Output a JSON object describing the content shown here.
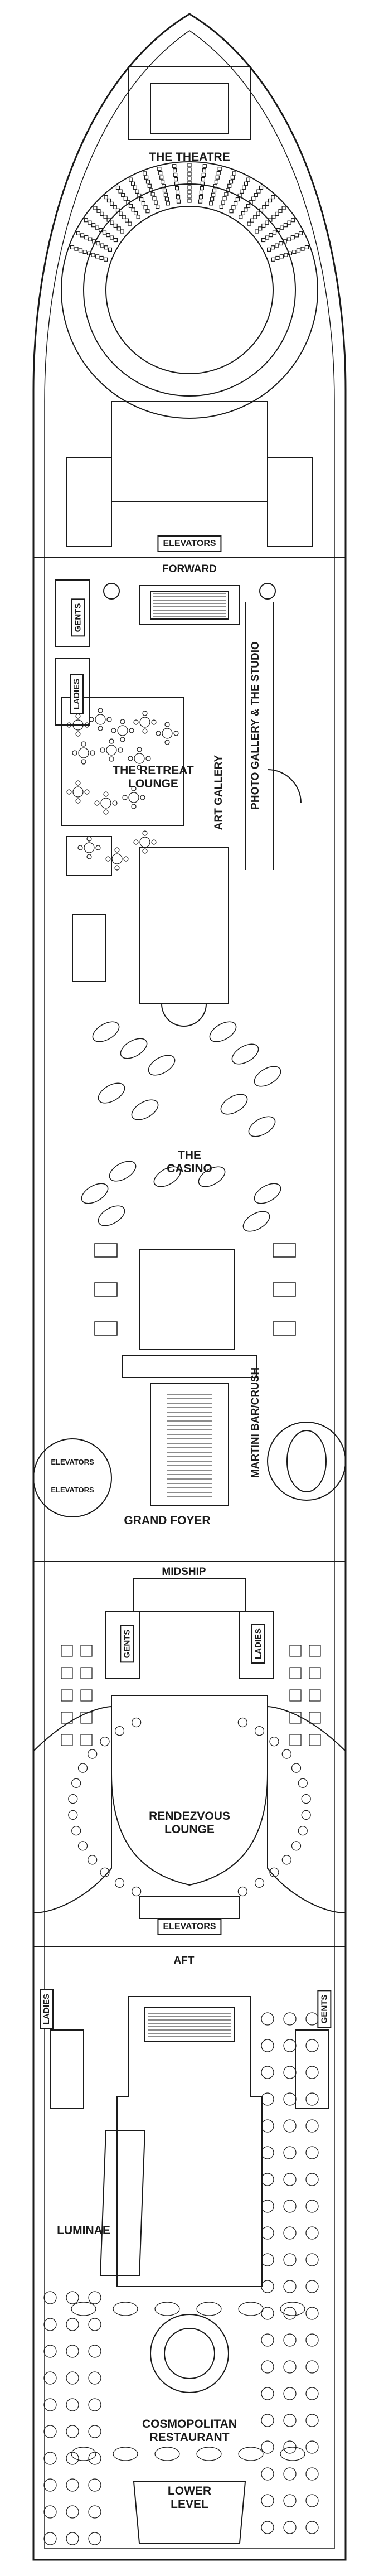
{
  "deck_plan": {
    "venues": {
      "theatre": "THE THEATRE",
      "retreat_lounge": "THE RETREAT LOUNGE",
      "casino": "THE CASINO",
      "grand_foyer": "GRAND FOYER",
      "rendezvous_lounge": "RENDEZVOUS LOUNGE",
      "luminae": "LUMINAE",
      "cosmopolitan_restaurant": "COSMOPOLITAN RESTAURANT",
      "lower_level": "LOWER LEVEL",
      "art_gallery": "ART GALLERY",
      "photo_gallery_studio": "PHOTO GALLERY & THE STUDIO",
      "martini_bar": "MARTINI BAR/CRUSH"
    },
    "sections": {
      "forward": "FORWARD",
      "midship": "MIDSHIP",
      "aft": "AFT"
    },
    "elevators": "ELEVATORS",
    "restrooms": {
      "gents": "GENTS",
      "ladies": "LADIES"
    }
  }
}
